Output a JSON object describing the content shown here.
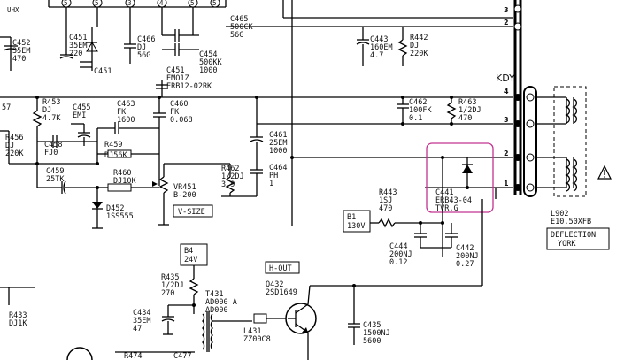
{
  "colors": {
    "ink": "#000000",
    "paper": "#ffffff",
    "highlight": "#c2338f"
  },
  "top_strip": {
    "label": "UHX"
  },
  "connector_kdy": {
    "name": "KDY",
    "pins": [
      "4",
      "3",
      "2",
      "1"
    ],
    "upper_pins": [
      "3",
      "2"
    ]
  },
  "components": {
    "c452": {
      "ref": "C452",
      "value1": "35EM",
      "value2": "470"
    },
    "c451a": {
      "ref": "C451",
      "value1": "35EM",
      "value2": "220"
    },
    "c451b": {
      "ref": "C451"
    },
    "c466": {
      "ref": "C466",
      "value1": "DJ",
      "value2": "56G"
    },
    "c465": {
      "ref": "C465",
      "value1": "500CK",
      "value2": "56G"
    },
    "c454": {
      "ref": "C454",
      "value1": "500KK",
      "value2": "1000"
    },
    "c451c": {
      "ref": "C451",
      "value1": "EMO1Z",
      "value2": "ERB12-02RK"
    },
    "c443": {
      "ref": "C443",
      "value1": "160EM",
      "value2": "4.7"
    },
    "r442": {
      "ref": "R442",
      "value1": "DJ",
      "value2": "220K"
    },
    "r453": {
      "ref": "R453",
      "value1": "DJ",
      "value2": "4.7K"
    },
    "c455": {
      "ref": "C455",
      "value1": "EMI"
    },
    "c463": {
      "ref": "C463",
      "value1": "FK",
      "value2": "1600"
    },
    "c460": {
      "ref": "C460",
      "value1": "FK",
      "value2": "0.068"
    },
    "r456": {
      "ref": "R456",
      "value1": "DJ",
      "value2": "220K"
    },
    "c458": {
      "ref": "C458",
      "value1": "FJ0"
    },
    "r459": {
      "ref": "R459",
      "value1": "DJ56K"
    },
    "c459": {
      "ref": "C459",
      "value1": "25TK"
    },
    "r460": {
      "ref": "R460",
      "value1": "DJ10K"
    },
    "d452": {
      "ref": "D452",
      "value1": "1SS555"
    },
    "vr451": {
      "ref": "VR451",
      "value1": "B-200"
    },
    "v_size": {
      "label": "V-SIZE"
    },
    "r462": {
      "ref": "R462",
      "value1": "1/2DJ",
      "value2": "3.9"
    },
    "c461": {
      "ref": "C461",
      "value1": "25EM",
      "value2": "1000"
    },
    "c464": {
      "ref": "C464",
      "value1": "PH",
      "value2": "1"
    },
    "c462": {
      "ref": "C462",
      "value1": "100FK",
      "value2": "0.1"
    },
    "r463": {
      "ref": "R463",
      "value1": "1/2DJ",
      "value2": "470"
    },
    "c441": {
      "ref": "C441",
      "value1": "ERB43-04",
      "value2": "TVR.G"
    },
    "r443": {
      "ref": "R443",
      "value1": "1SJ",
      "value2": "470"
    },
    "b1": {
      "ref": "B1",
      "value1": "130V"
    },
    "c444": {
      "ref": "C444",
      "value1": "200NJ",
      "value2": "0.12"
    },
    "c442": {
      "ref": "C442",
      "value1": "200NJ",
      "value2": "0.27"
    },
    "b4": {
      "ref": "B4",
      "value1": "24V"
    },
    "r435": {
      "ref": "R435",
      "value1": "1/2DJ",
      "value2": "270"
    },
    "t431": {
      "ref": "T431",
      "value1": "AD000 A",
      "value2": "AD000"
    },
    "h_out": {
      "label": "H-OUT"
    },
    "q432": {
      "ref": "Q432",
      "value1": "2SD1649"
    },
    "c434": {
      "ref": "C434",
      "value1": "35EM",
      "value2": "47"
    },
    "l431": {
      "ref": "L431",
      "value1": "ZZ00C8"
    },
    "c435": {
      "ref": "C435",
      "value1": "1500NJ",
      "value2": "5600"
    },
    "r433": {
      "ref": "R433",
      "value1": "DJ1K"
    },
    "r457": {
      "ref": "57"
    },
    "l902": {
      "ref": "L902",
      "value1": "E10.50XFB"
    },
    "deflection_yoke": {
      "line1": "DEFLECTION",
      "line2": "YORK"
    },
    "r474": {
      "ref": "R474"
    },
    "c477": {
      "ref": "C477"
    }
  },
  "icons": {
    "warning": "warning-triangle-icon"
  },
  "top_pins": [
    "5",
    "5",
    "3",
    "4",
    "5",
    "5"
  ]
}
